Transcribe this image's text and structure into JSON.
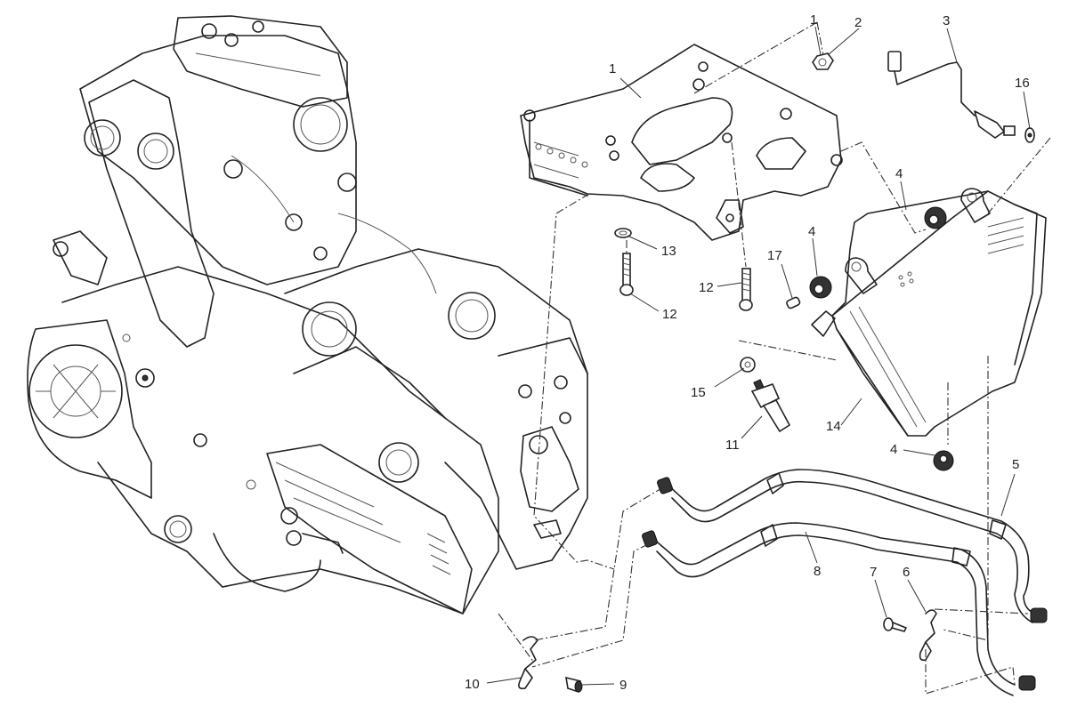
{
  "diagram": {
    "type": "exploded-parts-diagram",
    "subject": "Engine oil cooler assembly",
    "callouts": [
      {
        "id": "c1a",
        "number": "1"
      },
      {
        "id": "c1b",
        "number": "1"
      },
      {
        "id": "c2",
        "number": "2"
      },
      {
        "id": "c3",
        "number": "3"
      },
      {
        "id": "c16",
        "number": "16"
      },
      {
        "id": "c4a",
        "number": "4"
      },
      {
        "id": "c4b",
        "number": "4"
      },
      {
        "id": "c17",
        "number": "17"
      },
      {
        "id": "c13",
        "number": "13"
      },
      {
        "id": "c12a",
        "number": "12"
      },
      {
        "id": "c12b",
        "number": "12"
      },
      {
        "id": "c15",
        "number": "15"
      },
      {
        "id": "c11",
        "number": "11"
      },
      {
        "id": "c14",
        "number": "14"
      },
      {
        "id": "c4c",
        "number": "4"
      },
      {
        "id": "c5",
        "number": "5"
      },
      {
        "id": "c8",
        "number": "8"
      },
      {
        "id": "c7",
        "number": "7"
      },
      {
        "id": "c6",
        "number": "6"
      },
      {
        "id": "c10",
        "number": "10"
      },
      {
        "id": "c9",
        "number": "9"
      }
    ]
  }
}
